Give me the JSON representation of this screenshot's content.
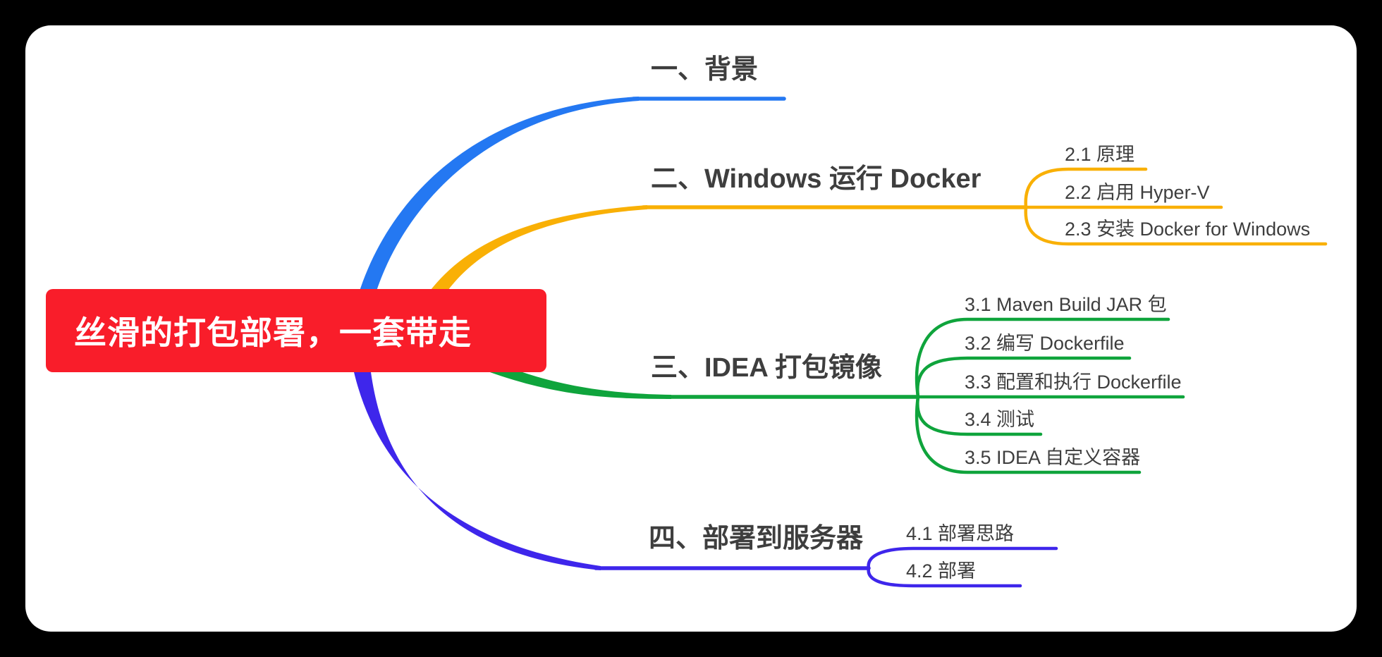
{
  "colors": {
    "page_bg": "#000000",
    "surface": "#ffffff",
    "root_bg": "#F91D2A",
    "root_text": "#FFFFFF",
    "topic_text": "#3E3E3E",
    "branch1": "#2478F2",
    "branch2": "#F9B005",
    "branch3": "#0FA43C",
    "bran4_unused": "#000000",
    "branch4": "#3E26EB"
  },
  "root": {
    "label": "丝滑的打包部署，一套带走"
  },
  "branches": [
    {
      "label": "一、背景",
      "children": []
    },
    {
      "label": "二、Windows 运行 Docker",
      "children": [
        "2.1 原理",
        "2.2 启用 Hyper-V",
        "2.3 安装 Docker for Windows"
      ]
    },
    {
      "label": "三、IDEA 打包镜像",
      "children": [
        "3.1 Maven Build JAR 包",
        "3.2 编写 Dockerfile",
        "3.3 配置和执行 Dockerfile",
        "3.4 测试",
        "3.5 IDEA 自定义容器"
      ]
    },
    {
      "label": "四、部署到服务器",
      "children": [
        "4.1 部署思路",
        "4.2 部署"
      ]
    }
  ]
}
